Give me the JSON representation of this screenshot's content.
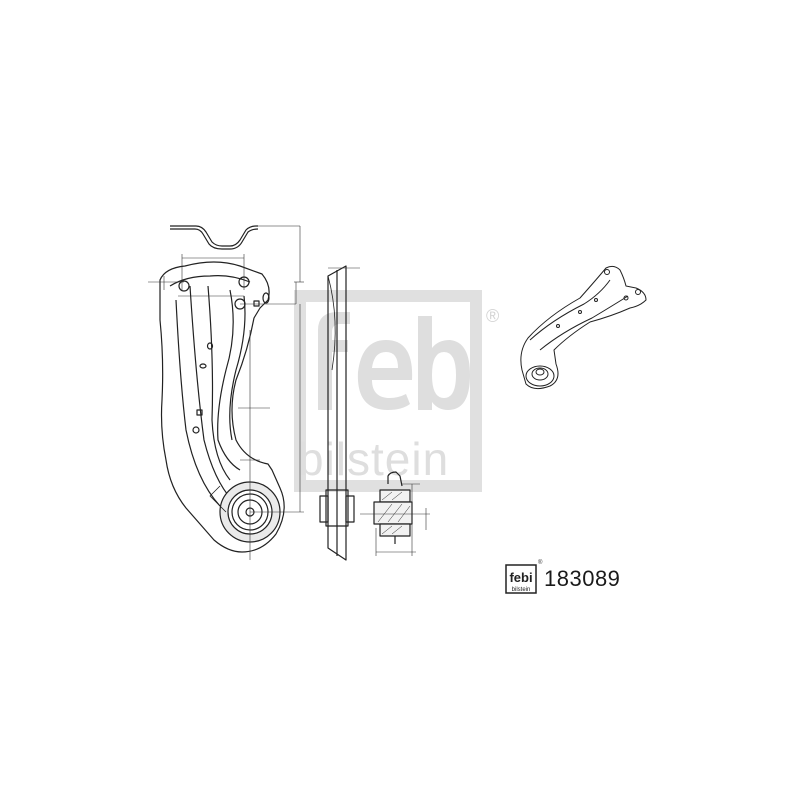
{
  "logo": {
    "brand_top": "febi",
    "brand_bottom": "bilstein",
    "registered_mark": "®"
  },
  "product": {
    "part_number": "183089",
    "badge_top": "febi",
    "badge_bottom": "bilstein"
  },
  "drawing": {
    "views": [
      "top-profile",
      "front-view",
      "side-view",
      "bushing-section",
      "isometric-3d"
    ],
    "line_color": "#222222",
    "dimension_color": "#333333",
    "watermark_color": "#dedede"
  }
}
